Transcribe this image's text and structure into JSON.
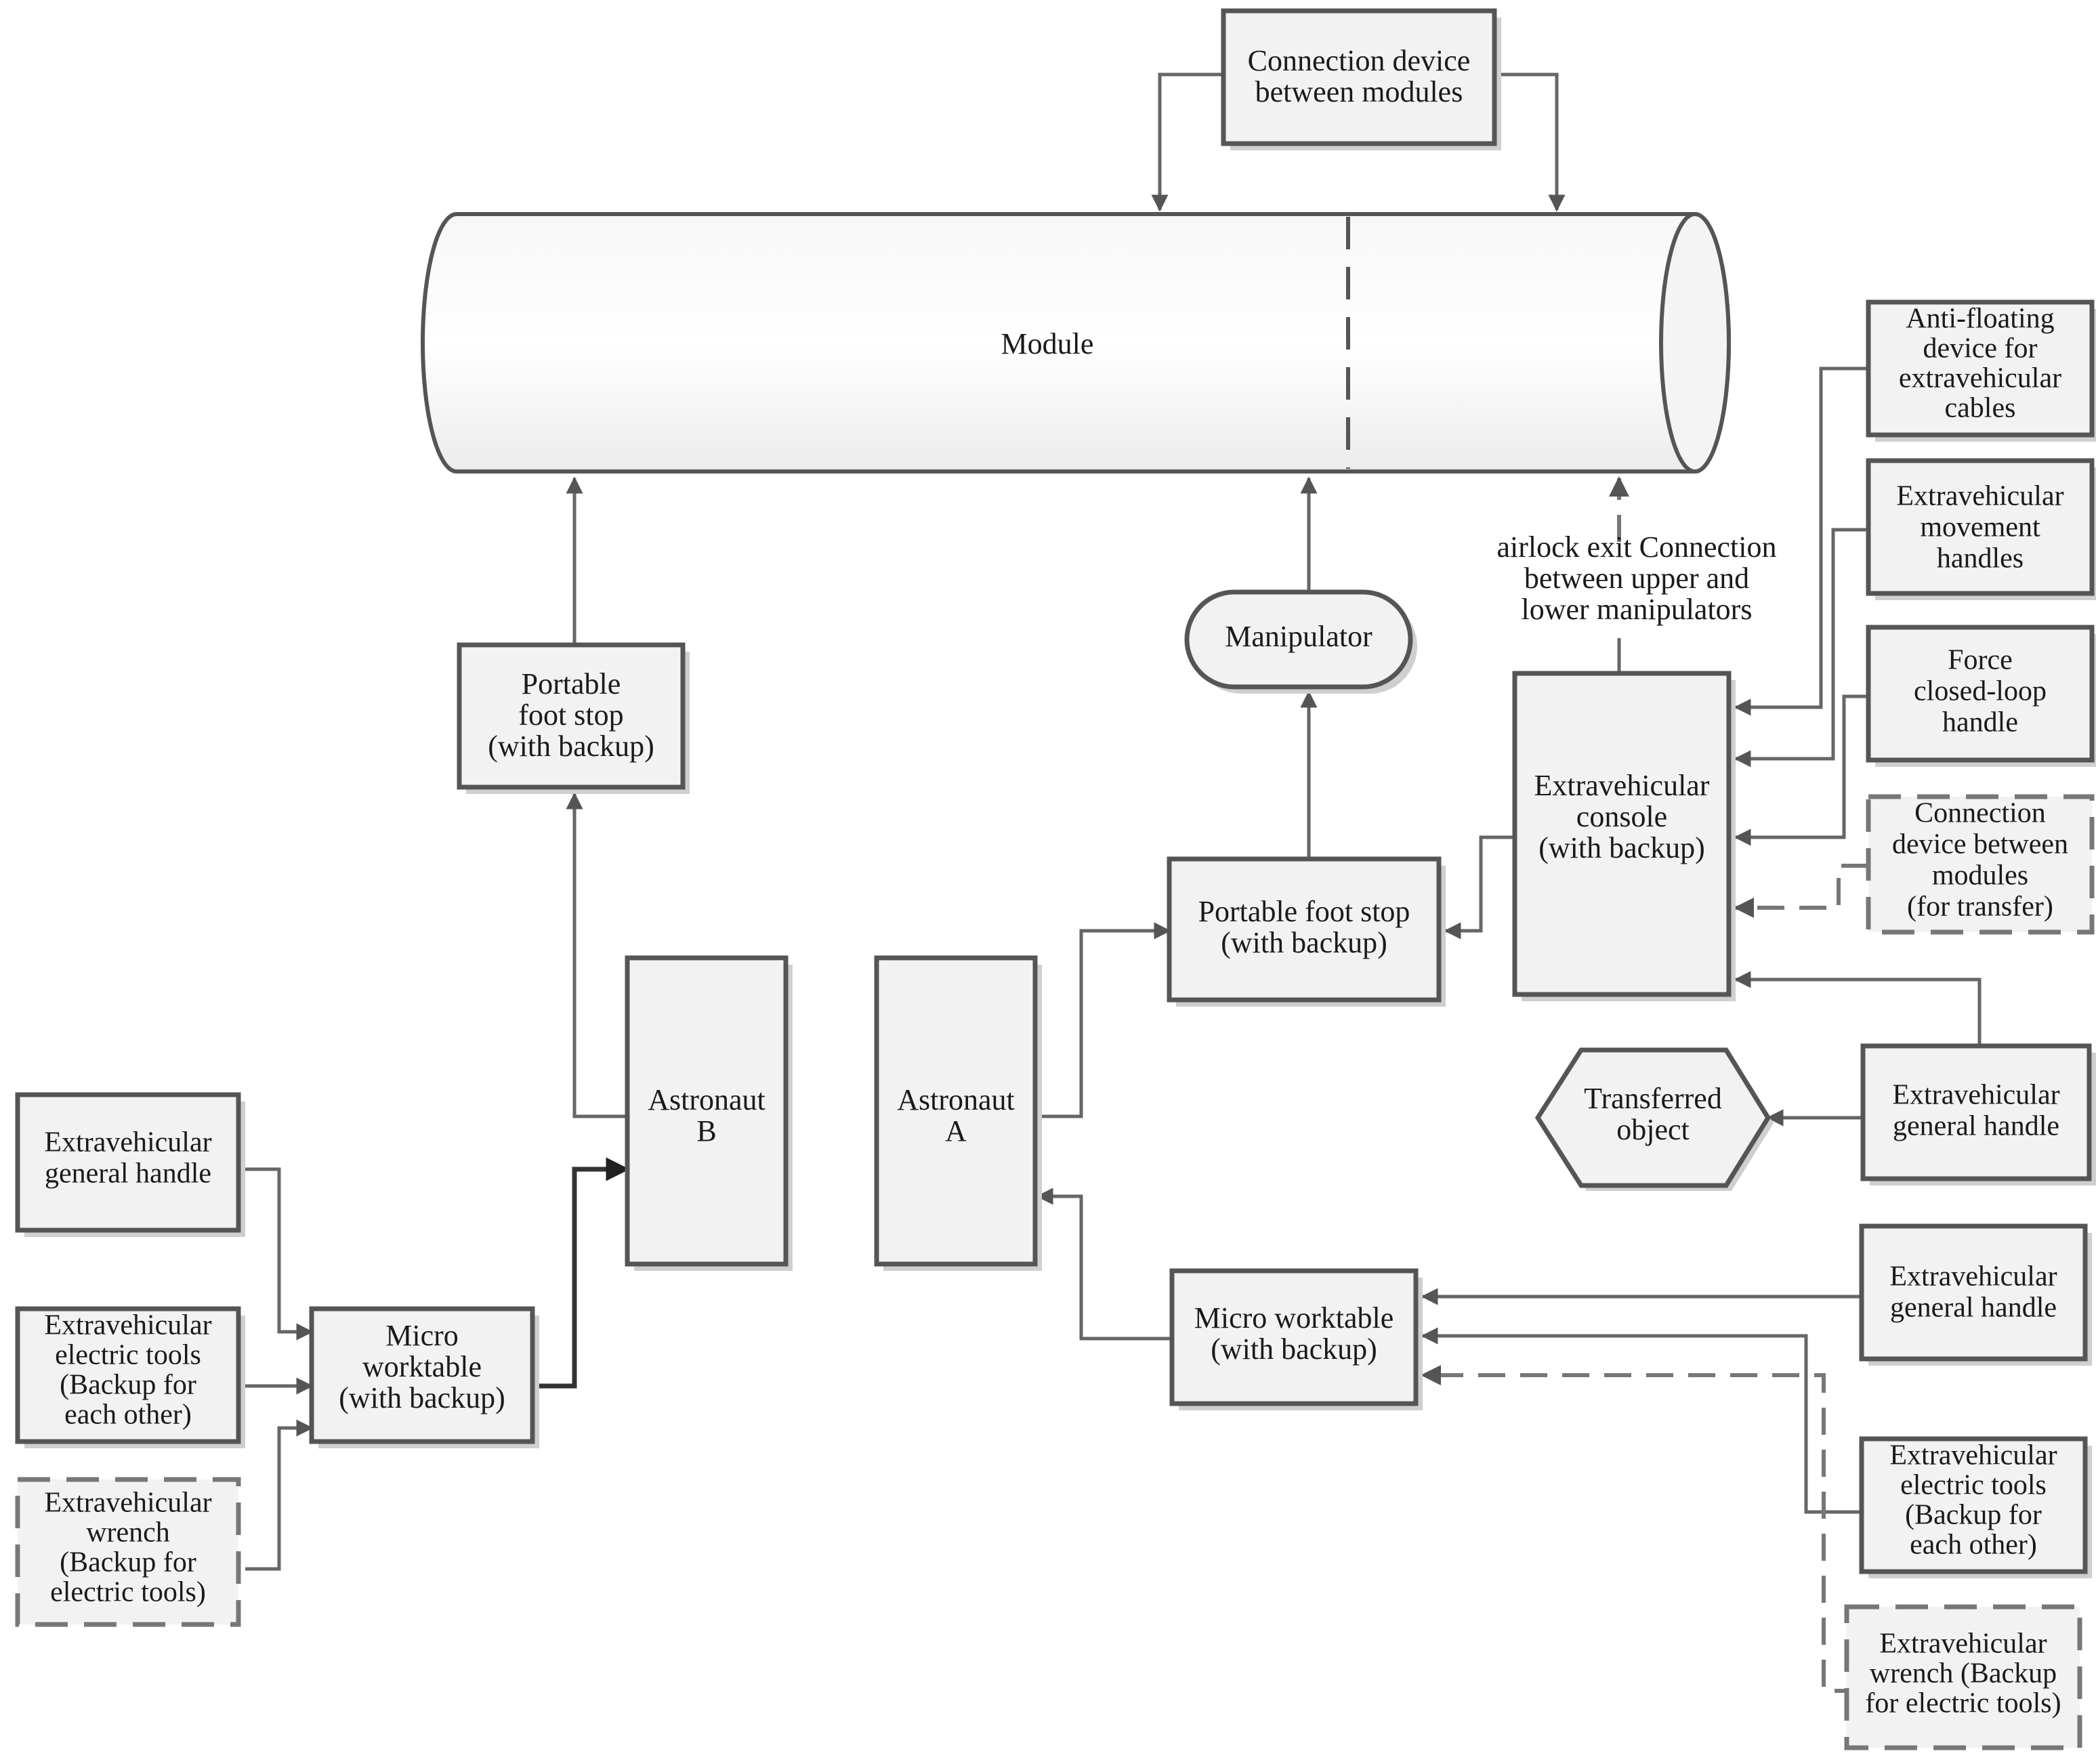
{
  "labels": {
    "connection_top": [
      "Connection device",
      "between modules"
    ],
    "module": "Module",
    "airlock": [
      "airlock exit Connection",
      "between upper and",
      "lower manipulators"
    ],
    "manipulator": "Manipulator",
    "foot_stop_b": [
      "Portable",
      "foot stop",
      "(with backup)"
    ],
    "foot_stop_a": [
      "Portable foot stop",
      "(with backup)"
    ],
    "console": [
      "Extravehicular",
      "console",
      "(with backup)"
    ],
    "astronaut_b": [
      "Astronaut",
      "B"
    ],
    "astronaut_a": [
      "Astronaut",
      "A"
    ],
    "anti_floating": [
      "Anti-floating",
      "device for",
      "extravehicular",
      "cables"
    ],
    "movement_handles": [
      "Extravehicular",
      "movement",
      "handles"
    ],
    "force_handle": [
      "Force",
      "closed-loop",
      "handle"
    ],
    "connection_transfer": [
      "Connection",
      "device between",
      "modules",
      "(for transfer)"
    ],
    "general_handle_right": [
      "Extravehicular",
      "general handle"
    ],
    "transferred_object": [
      "Transferred",
      "object"
    ],
    "worktable_a": [
      "Micro worktable",
      "(with backup)"
    ],
    "general_handle_right2": [
      "Extravehicular",
      "general handle"
    ],
    "electric_tools_right": [
      "Extravehicular",
      "electric tools",
      "(Backup for",
      "each other)"
    ],
    "wrench_right": [
      "Extravehicular",
      "wrench (Backup",
      "for electric tools)"
    ],
    "general_handle_left": [
      "Extravehicular",
      "general handle"
    ],
    "electric_tools_left": [
      "Extravehicular",
      "electric tools",
      "(Backup for",
      "each other)"
    ],
    "wrench_left": [
      "Extravehicular",
      "wrench",
      "(Backup for",
      "electric tools)"
    ],
    "worktable_b": [
      "Micro",
      "worktable",
      "(with backup)"
    ]
  }
}
